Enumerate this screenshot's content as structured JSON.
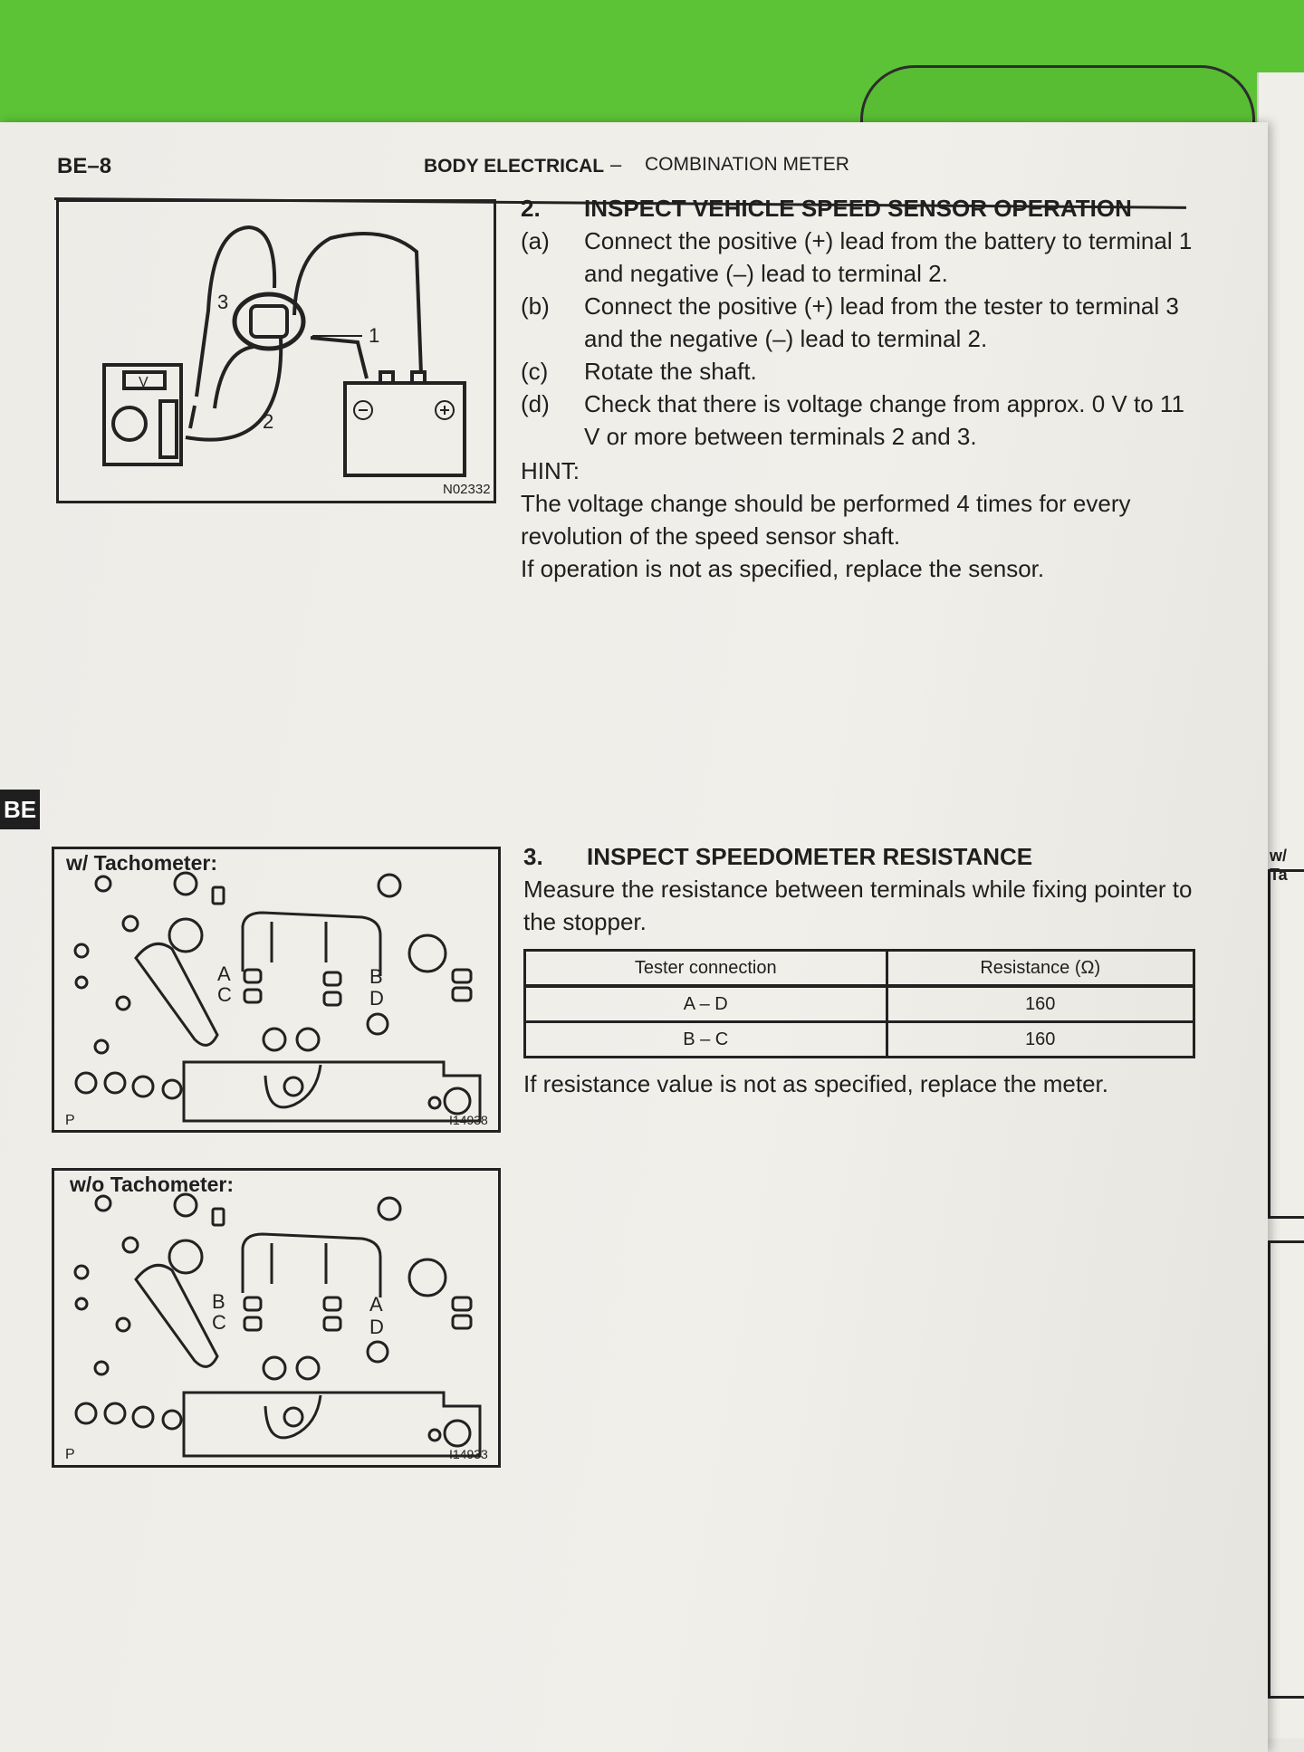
{
  "header": {
    "page_code": "BE–8",
    "section_title": "BODY ELECTRICAL",
    "separator": "–",
    "section_subtitle": "COMBINATION METER"
  },
  "side_tab": "BE",
  "figure_top": {
    "id": "N02332",
    "terminal_labels": [
      "3",
      "1",
      "2"
    ],
    "meter_label": "V"
  },
  "step2": {
    "number": "2.",
    "title": "INSPECT VEHICLE SPEED SENSOR OPERATION",
    "substeps": [
      {
        "letter": "(a)",
        "text": "Connect the positive (+) lead from the battery to terminal 1 and negative (–) lead to terminal 2."
      },
      {
        "letter": "(b)",
        "text": "Connect the positive (+) lead from the tester to terminal 3 and the negative (–) lead to terminal 2."
      },
      {
        "letter": "(c)",
        "text": "Rotate the shaft."
      },
      {
        "letter": "(d)",
        "text": "Check that there is voltage change from approx. 0 V to 11 V or more between terminals 2 and 3."
      }
    ],
    "hint_label": "HINT:",
    "hint_lines": [
      "The voltage change should be performed 4 times for every revolution of the speed sensor shaft.",
      "If operation is not as specified, replace the sensor."
    ]
  },
  "figure_tach": {
    "label": "w/ Tachometer:",
    "id": "I14938",
    "corner": "P",
    "terminals": [
      "A",
      "C",
      "B",
      "D"
    ]
  },
  "figure_notach": {
    "label": "w/o Tachometer:",
    "id": "I14933",
    "corner": "P",
    "terminals": [
      "B",
      "C",
      "A",
      "D"
    ]
  },
  "step3": {
    "number": "3.",
    "title": "INSPECT SPEEDOMETER RESISTANCE",
    "intro": "Measure the resistance between terminals while fixing pointer to the stopper.",
    "table": {
      "headers": [
        "Tester connection",
        "Resistance (Ω)"
      ],
      "rows": [
        [
          "A – D",
          "160"
        ],
        [
          "B – C",
          "160"
        ]
      ]
    },
    "note": "If resistance value is not as specified, replace the meter."
  },
  "next_page_label": "w/ Ta"
}
